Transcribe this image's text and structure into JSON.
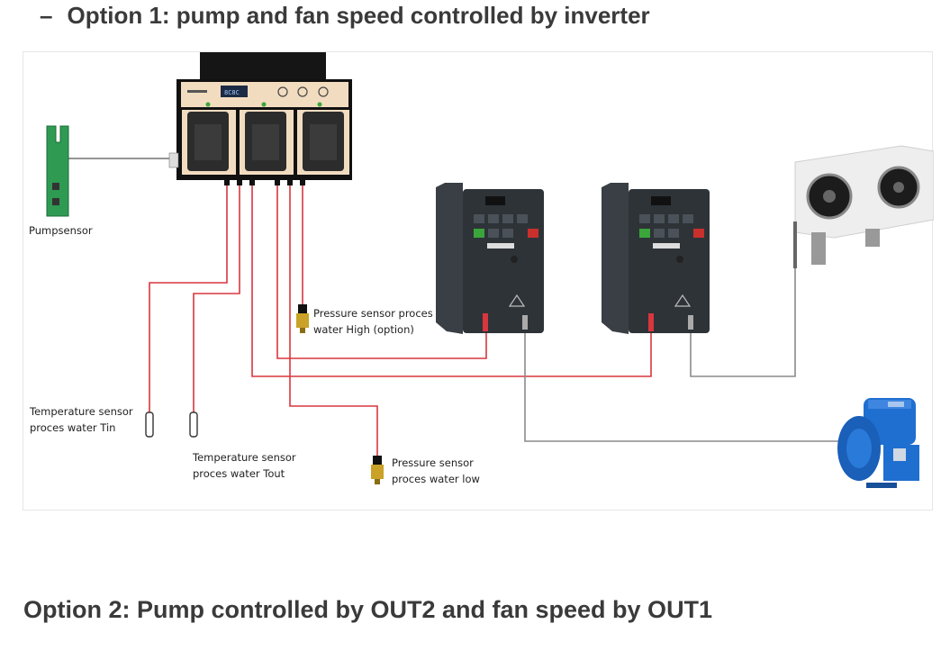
{
  "heading_option1": {
    "dash": "–",
    "text": "Option 1: pump and fan speed controlled by inverter"
  },
  "heading_option2": "Option 2: Pump controlled by OUT2 and fan speed by OUT1",
  "diagram": {
    "labels": {
      "pumpsensor": "Pumpsensor",
      "temp_tin_line1": "Temperature sensor",
      "temp_tin_line2": "proces water Tin",
      "temp_tout_line1": "Temperature sensor",
      "temp_tout_line2": "proces water Tout",
      "pressure_high_line1": "Pressure sensor proces",
      "pressure_high_line2": "water High (option)",
      "pressure_low_line1": "Pressure sensor",
      "pressure_low_line2": "proces water low"
    },
    "colors": {
      "signal_wire": "#d9363e",
      "power_wire": "#888888",
      "controller": "#f2dcc0",
      "inverter": "#2e3338",
      "pump": "#1f6fd1"
    }
  }
}
